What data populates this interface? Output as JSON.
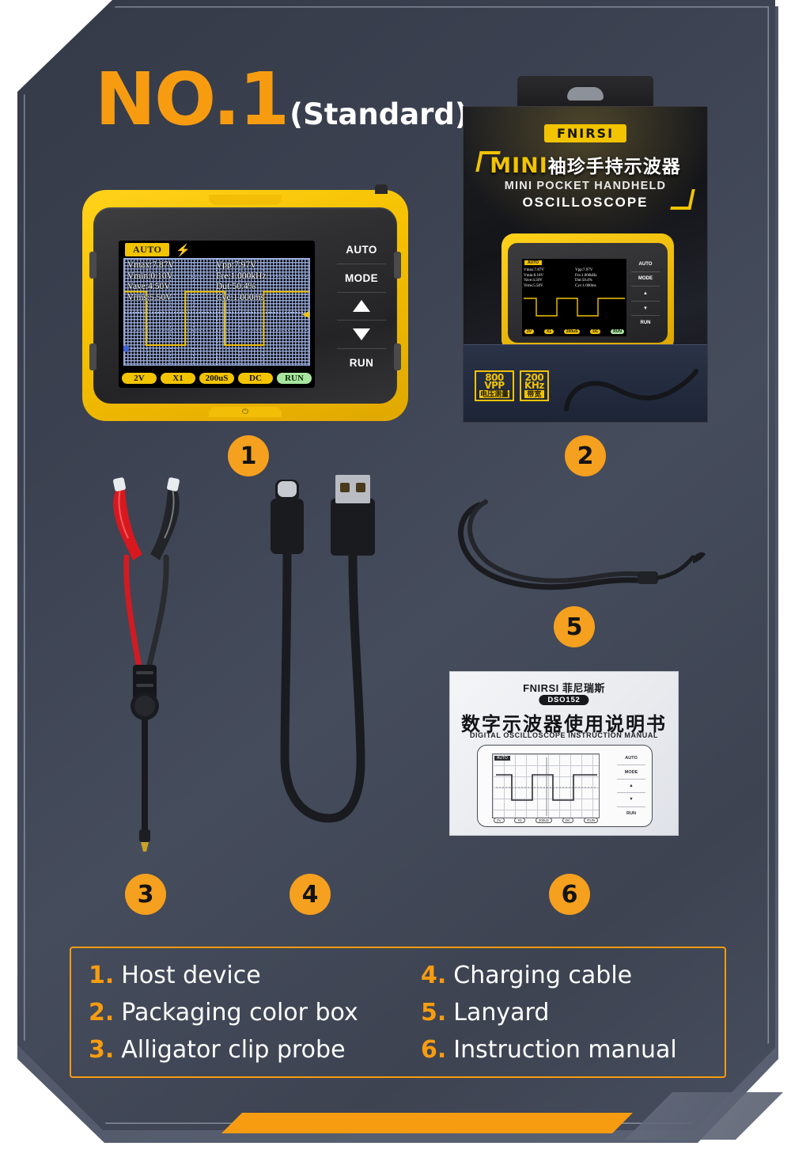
{
  "headline": {
    "title": "NO.1",
    "variant": "(Standard)"
  },
  "badges": {
    "one": "1",
    "two": "2",
    "three": "3",
    "four": "4",
    "five": "5",
    "six": "6"
  },
  "device": {
    "screen": {
      "mode_tag": "AUTO",
      "charge_icon": "lightning-bolt-icon",
      "measurements_left": [
        "Vmax:7.87V",
        "Vmin:0.10V",
        "Vave:4.50V",
        "Vrms:5.50V"
      ],
      "measurements_right": [
        "Vpp:7.97V",
        "Fre:1.000kHz",
        "Dut:50.4%",
        "Cyc:1.000ms"
      ],
      "status_pills": [
        "2V",
        "X1",
        "200uS",
        "DC"
      ],
      "run_pill": "RUN"
    },
    "keys": [
      "AUTO",
      "MODE",
      "up-arrow",
      "down-arrow",
      "RUN"
    ],
    "key_labels": {
      "auto": "AUTO",
      "mode": "MODE",
      "run": "RUN"
    }
  },
  "box": {
    "brand": "FNIRSI",
    "title_en": "MINI",
    "title_cn": "袖珍手持示波器",
    "subtitle": "MINI POCKET HANDHELD",
    "subtitle2": "OSCILLOSCOPE",
    "badges": [
      {
        "value": "800",
        "unit": "VPP",
        "label": "电压测量"
      },
      {
        "value": "200",
        "unit": "KHz",
        "label": "带宽"
      }
    ],
    "mini_device": {
      "mode_tag": "AUTO",
      "measurements_left": [
        "Vmax:7.87V",
        "Vmin:0.10V",
        "Vave:4.50V",
        "Vrms:5.50V"
      ],
      "measurements_right": [
        "Vpp:7.97V",
        "Fre:1.000kHz",
        "Dut:50.4%",
        "Cyc:1.000ms"
      ],
      "pills": [
        "2V",
        "X1",
        "200uS",
        "DC"
      ],
      "run_pill": "RUN",
      "keys": [
        "AUTO",
        "MODE",
        "▲",
        "▼",
        "RUN"
      ]
    }
  },
  "manual": {
    "brand": "FNIRSI 菲尼瑞斯",
    "model": "DSO152",
    "title_cn": "数字示波器使用说明书",
    "title_en": "DIGITAL OSCILLOSCOPE INSTRUCTION MANUAL",
    "device_keys": [
      "AUTO",
      "MODE",
      "▲",
      "▼",
      "RUN"
    ],
    "device_tag": "AUTO",
    "device_pills": [
      "2V",
      "X1",
      "200uS",
      "DC",
      "RUN"
    ]
  },
  "legend": {
    "left": [
      {
        "num": "1.",
        "text": "Host device"
      },
      {
        "num": "2.",
        "text": "Packaging color box"
      },
      {
        "num": "3.",
        "text": "Alligator clip probe"
      }
    ],
    "right": [
      {
        "num": "4.",
        "text": "Charging cable"
      },
      {
        "num": "5.",
        "text": "Lanyard"
      },
      {
        "num": "6.",
        "text": "Instruction manual"
      }
    ]
  },
  "colors": {
    "accent_orange": "#F79C10",
    "badge_orange": "#F5A01E",
    "device_yellow": "#F2C400",
    "background": "#3d4351"
  }
}
